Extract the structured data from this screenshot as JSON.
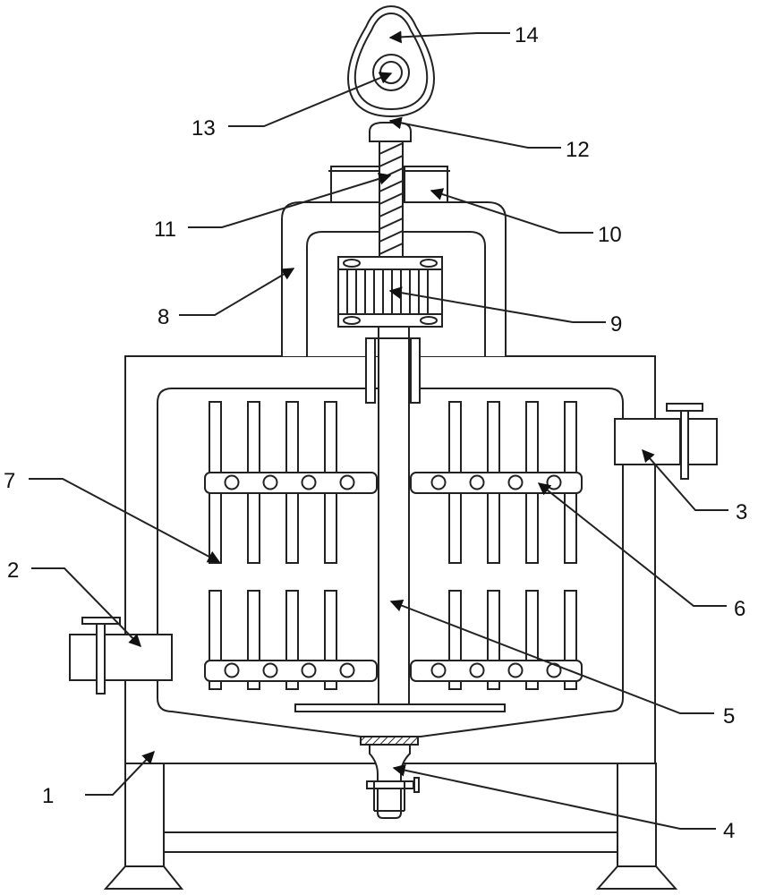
{
  "diagram": {
    "labels": [
      "1",
      "2",
      "3",
      "4",
      "5",
      "6",
      "7",
      "8",
      "9",
      "10",
      "11",
      "12",
      "13",
      "14"
    ]
  },
  "colors": {
    "line": "#222222",
    "background": "#ffffff"
  }
}
